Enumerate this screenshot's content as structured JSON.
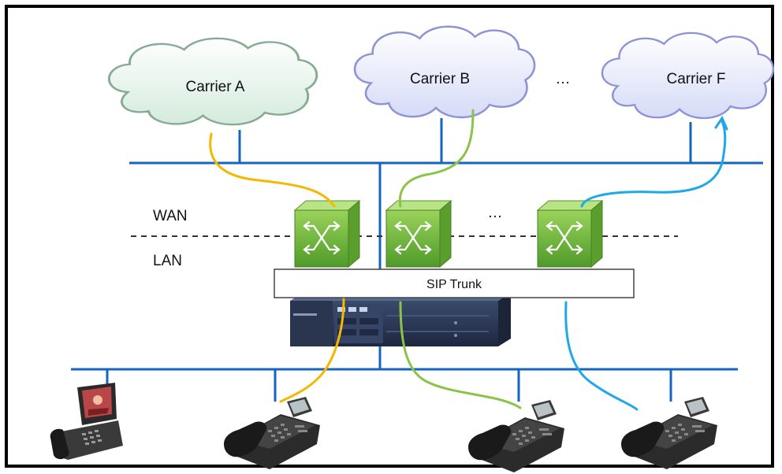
{
  "clouds": [
    {
      "id": "a",
      "label": "Carrier A",
      "style": "green"
    },
    {
      "id": "b",
      "label": "Carrier B",
      "style": "blue"
    },
    {
      "id": "f",
      "label": "Carrier F",
      "style": "blue"
    }
  ],
  "labels": {
    "ellipsis_top": "…",
    "ellipsis_mid": "…",
    "wan": "WAN",
    "lan": "LAN",
    "sip_trunk": "SIP Trunk"
  },
  "colors": {
    "network_line": "#1565c0",
    "cable_orange": "#f5b800",
    "cable_green": "#8bc34a",
    "cable_cyan": "#1fa8e8",
    "cloud_green_fill": "#eef7f0",
    "cloud_green_stroke": "#86aa92",
    "cloud_blue_fill": "#eef0fc",
    "cloud_blue_stroke": "#8c93d6",
    "router_fill": "#7cc242"
  },
  "icons": [
    "router-icon",
    "pbx-server-icon",
    "desk-phone-icon",
    "video-phone-icon",
    "cloud-icon"
  ]
}
